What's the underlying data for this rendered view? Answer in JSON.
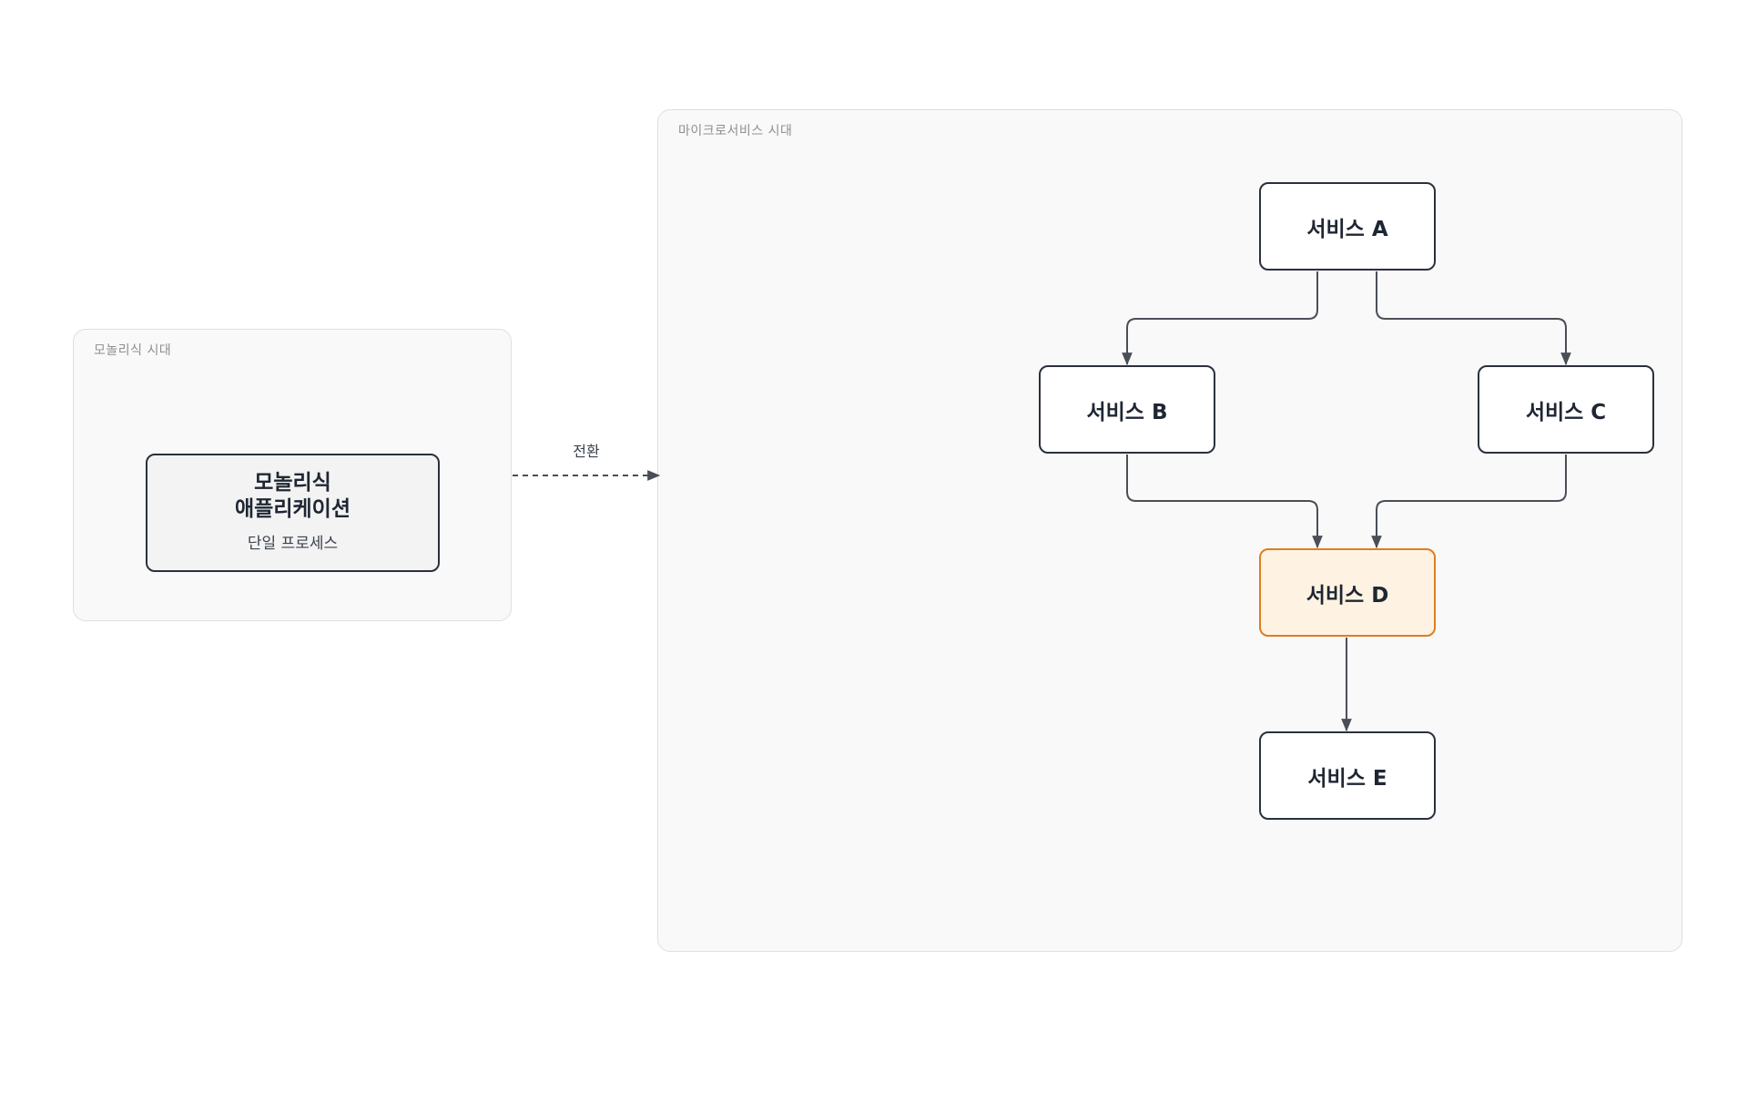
{
  "groups": {
    "monolith": {
      "label": "모놀리식 시대"
    },
    "microservices": {
      "label": "마이크로서비스 시대"
    }
  },
  "nodes": {
    "monolith": {
      "title_line1": "모놀리식",
      "title_line2": "애플리케이션",
      "subtitle": "단일 프로세스"
    },
    "service_a": {
      "label": "서비스 A"
    },
    "service_b": {
      "label": "서비스 B"
    },
    "service_c": {
      "label": "서비스 C"
    },
    "service_d": {
      "label": "서비스 D",
      "highlight_color": "#e07c21",
      "highlight_fill": "#fef3e2"
    },
    "service_e": {
      "label": "서비스 E"
    }
  },
  "edges": {
    "transition_label": "전환",
    "line_color": "#4a4f57"
  }
}
